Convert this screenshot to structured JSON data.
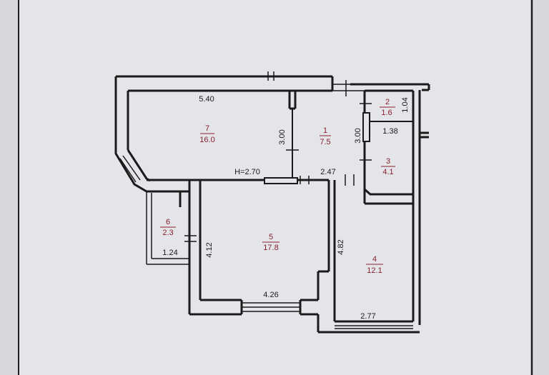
{
  "colors": {
    "paper": "#e3e4e8",
    "wall": "#1a1a1a",
    "room_text": "#8a1f2b",
    "border": "#1c1c1c"
  },
  "rooms": [
    {
      "number": "1",
      "area": "7.5"
    },
    {
      "number": "2",
      "area": "1.6"
    },
    {
      "number": "3",
      "area": "4.1"
    },
    {
      "number": "4",
      "area": "12.1"
    },
    {
      "number": "5",
      "area": "17.8"
    },
    {
      "number": "6",
      "area": "2.3"
    },
    {
      "number": "7",
      "area": "16.0"
    }
  ],
  "dimensions": {
    "room7_width": "5.40",
    "room7_depth": "3.00",
    "room1_depth": "3.00",
    "room2_side": "1.04",
    "room3_width": "1.38",
    "ceiling_height": "H=2.70",
    "hall_width": "2.47",
    "room5_depth": "4.12",
    "room5_width": "4.26",
    "room4_depth": "4.82",
    "room4_width": "2.77",
    "room6_width": "1.24"
  }
}
